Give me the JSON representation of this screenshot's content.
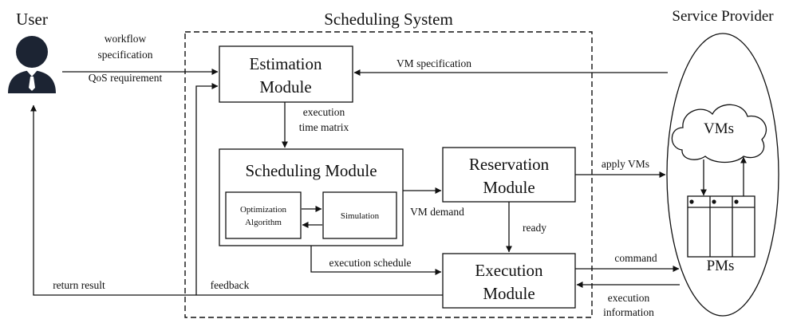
{
  "user": {
    "label": "User"
  },
  "scheduling_system": {
    "label": "Scheduling System"
  },
  "service_provider": {
    "label": "Service Provider",
    "vms_label": "VMs",
    "pms_label": "PMs"
  },
  "modules": {
    "estimation": {
      "line1": "Estimation",
      "line2": "Module"
    },
    "scheduling": {
      "label": "Scheduling Module",
      "optimization_line1": "Optimization",
      "optimization_line2": "Algorithm",
      "simulation": "Simulation"
    },
    "reservation": {
      "line1": "Reservation",
      "line2": "Module"
    },
    "execution": {
      "line1": "Execution",
      "line2": "Module"
    }
  },
  "flows": {
    "workflow_spec_1": "workflow",
    "workflow_spec_2": "specification",
    "qos_requirement": "QoS requirement",
    "vm_specification": "VM specification",
    "execution_time_1": "execution",
    "execution_time_2": "time matrix",
    "vm_demand": "VM demand",
    "apply_vms": "apply VMs",
    "ready": "ready",
    "execution_schedule": "execution schedule",
    "command": "command",
    "execution_information_1": "execution",
    "execution_information_2": "information",
    "return_result": "return result",
    "feedback": "feedback"
  }
}
